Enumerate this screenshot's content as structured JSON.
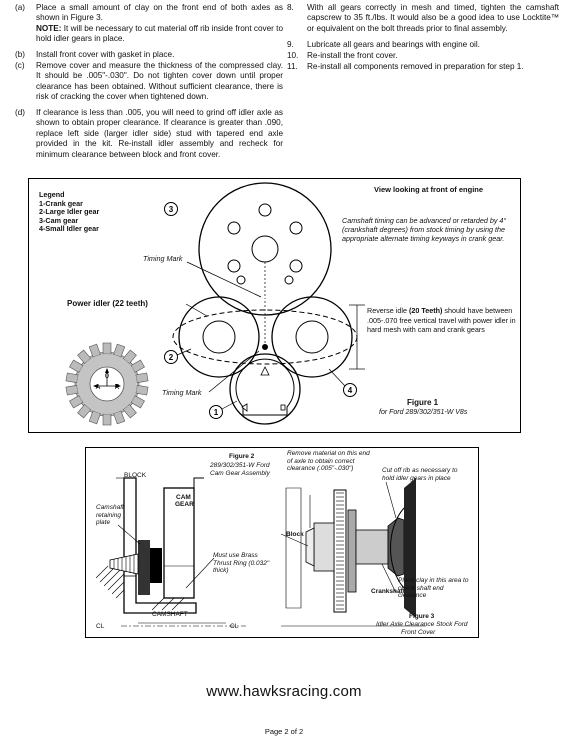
{
  "instructions_left": [
    {
      "marker": "(a)",
      "text": "Place a small amount of clay on the front end of both axles as shown in Figure 3.",
      "note_label": "NOTE:",
      "note_text": " It will be necessary to cut material off rib inside front cover to hold idler gears in place."
    },
    {
      "marker": "(b)",
      "text": "Install front cover with gasket in place."
    },
    {
      "marker": "(c)",
      "text": "Remove cover and measure the thickness of the compressed clay. It should be .005\"-.030\". Do not tighten cover down until proper clearance has been obtained. Without sufficient clearance, there is risk of cracking the cover when tightened down."
    },
    {
      "marker": "(d)",
      "text": "If clearance is less than .005, you will need to grind off idler axle as shown to obtain proper clearance. If clearance is greater than .090, replace left side (larger idler side) stud with tapered end axle provided in the kit. Re-install idler assembly and recheck for minimum clearance between block and front cover."
    }
  ],
  "instructions_right": [
    {
      "marker": "8.",
      "text": "With all gears correctly in mesh and timed, tighten the camshaft capscrew to 35 ft./lbs. It would also be a good idea to use Locktite™ or equivalent on the bolt threads prior to final assembly."
    },
    {
      "marker": "9.",
      "text": "Lubricate all gears and bearings with engine oil."
    },
    {
      "marker": "10.",
      "text": "Re-install the front cover."
    },
    {
      "marker": "11.",
      "text": "Re-install all components removed in preparation for step 1."
    }
  ],
  "figure1": {
    "legend_title": "Legend",
    "legend_items": [
      "1-Crank gear",
      "2-Large Idler gear",
      "3-Cam gear",
      "4-Small Idler gear"
    ],
    "view_label": "View looking at front of engine",
    "camshaft_note": "Camshaft timing can be advanced or retarded by 4° (crankshaft degrees) from stock timing by using the appropriate alternate timing keyways in crank gear.",
    "timing_mark_top": "Timing Mark",
    "timing_mark_bottom": "Timing Mark",
    "power_idler": "Power idler (22 teeth)",
    "reverse_pre": "Reverse idle ",
    "reverse_bold": "(20 Teeth)",
    "reverse_post": " should have between .005-.070 free vertical travel with power idler in hard mesh with cam and crank gears",
    "caption_title": "Figure 1",
    "caption_sub": "for Ford 289/302/351-W V8s",
    "callouts": [
      "1",
      "2",
      "3",
      "4"
    ],
    "gear_marks": {
      "zero": "0",
      "a": "A",
      "r": "R"
    }
  },
  "figure2": {
    "caption_title": "Figure 2",
    "caption_sub1": "289/302/351-W Ford",
    "caption_sub2": "Cam Gear Assembly",
    "block": "BLOCK",
    "cam_gear1": "CAM",
    "cam_gear2": "GEAR",
    "retaining": "Camshaft retaining plate",
    "brass": "Must use Brass Thrust Ring (0.032\" thick)",
    "camshaft": "CAMSHAFT",
    "cl_left": "CL",
    "cl_right": "CL"
  },
  "figure3": {
    "remove_note": "Remove material on this end of axle to obtain correct clearance (.005\"-.030\")",
    "cut_note": "Cut off rib as necessary to hold idler gears in place",
    "block": "Block",
    "clay_note": "Place clay in this area to check shaft end clearance",
    "crankshaft": "Crankshaft",
    "caption_title": "Figure 3",
    "caption_sub1": "Idler Axle Clearance Stock Ford",
    "caption_sub2": "Front Cover"
  },
  "footer": {
    "url": "www.hawksracing.com",
    "page": "Page 2 of 2"
  }
}
